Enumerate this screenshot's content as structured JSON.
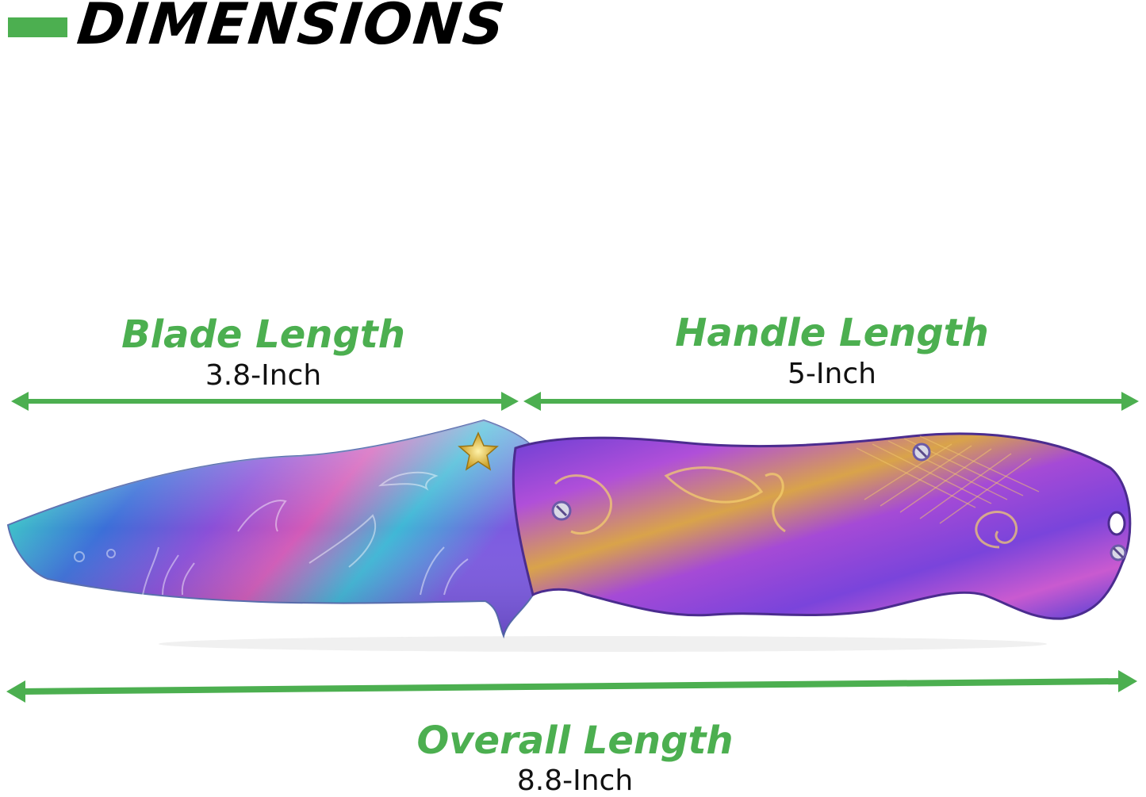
{
  "heading": "DIMENSIONS",
  "colors": {
    "accent": "#4caf50",
    "text": "#111111",
    "heading": "#000000"
  },
  "measurements": {
    "blade": {
      "label": "Blade Length",
      "value": "3.8-Inch"
    },
    "handle": {
      "label": "Handle Length",
      "value": "5-Inch"
    },
    "overall": {
      "label": "Overall Length",
      "value": "8.8-Inch"
    }
  },
  "product_image": {
    "subject": "rainbow-titanium-folding-knife",
    "icons": [
      "starfish-icon",
      "dolphin-icon",
      "mermaid-icon",
      "seahorse-icon",
      "wave-icon"
    ]
  }
}
